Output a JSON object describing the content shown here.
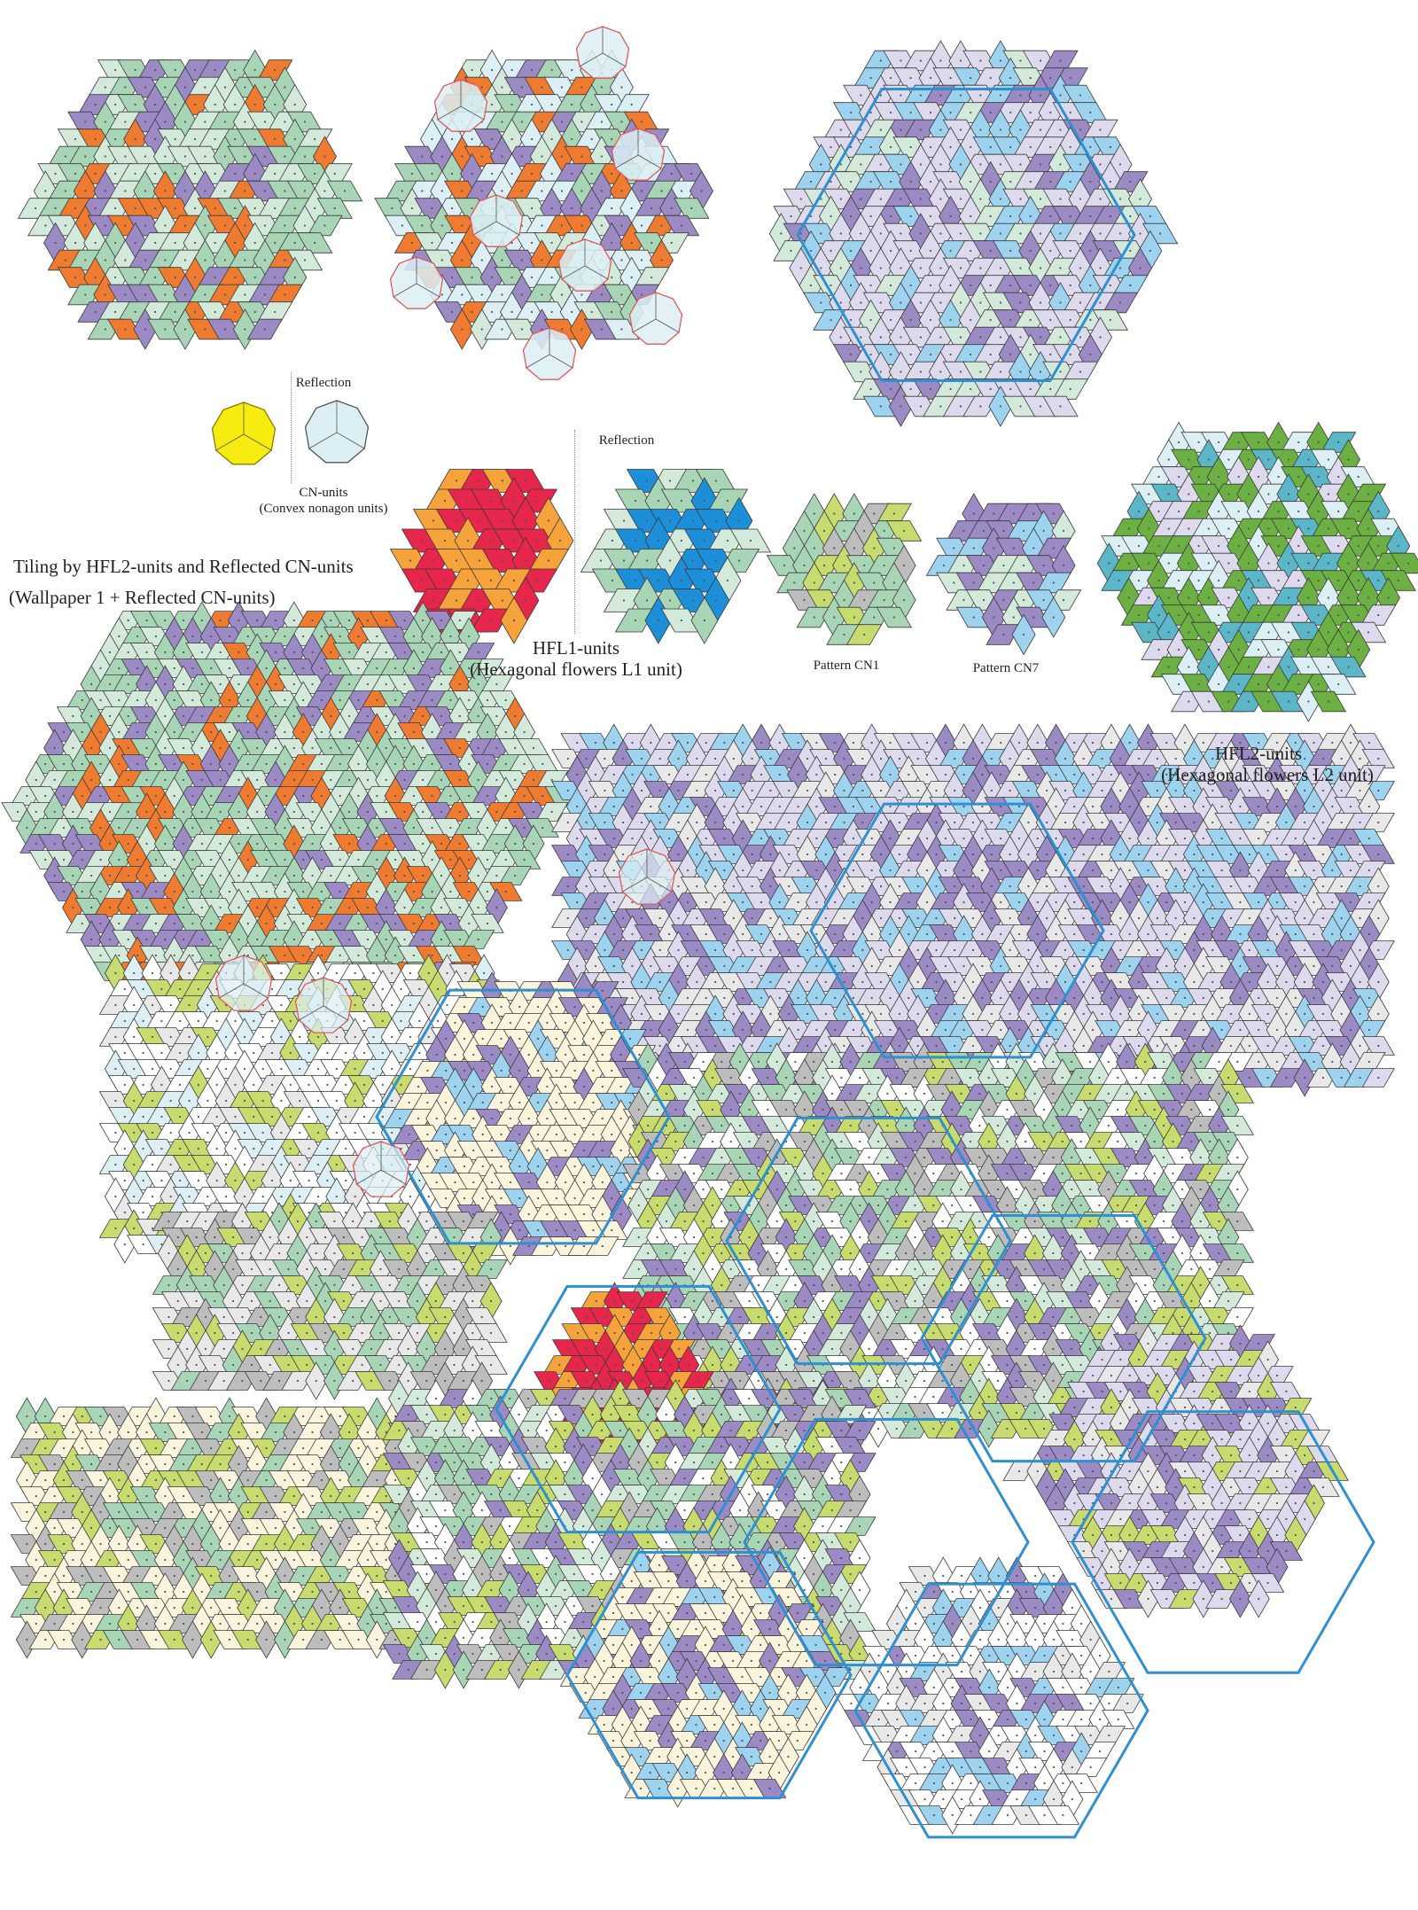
{
  "title": {
    "line1": "Tiling by HFL2-units and Reflected CN-units",
    "line2": "(Wallpaper 1  +  Reflected CN-units)"
  },
  "labels": {
    "reflection_cn": "Reflection",
    "cn_units": "CN-units",
    "cn_units_sub": "(Convex nonagon units)",
    "reflection_hfl1": "Reflection",
    "hfl1_units": "HFL1-units",
    "hfl1_units_sub": "(Hexagonal flowers L1 unit)",
    "pattern_cn1": "Pattern CN1",
    "pattern_cn7": "Pattern CN7",
    "hfl2_units": "HFL2-units",
    "hfl2_units_sub": "(Hexagonal flowers L2 unit)"
  },
  "colors": {
    "orange": "#EE7B30",
    "mint": "#A8D5B5",
    "pale_mint": "#D3EADB",
    "purple": "#9C8AC5",
    "lavender": "#DCDAEC",
    "sky": "#9ED3F0",
    "ice": "#DCEFF4",
    "yellow": "#F7EC10",
    "red": "#E6264A",
    "amber": "#F6A33C",
    "blue": "#1C8FD8",
    "green": "#6CB043",
    "teal": "#5BB7C8",
    "lime": "#C8DB6E",
    "gray": "#BDBDBD",
    "light_gray": "#E8E8E8",
    "cream": "#FBF4DC",
    "outline_blue": "#2F8FD0",
    "outline_red": "#E05A5A"
  }
}
